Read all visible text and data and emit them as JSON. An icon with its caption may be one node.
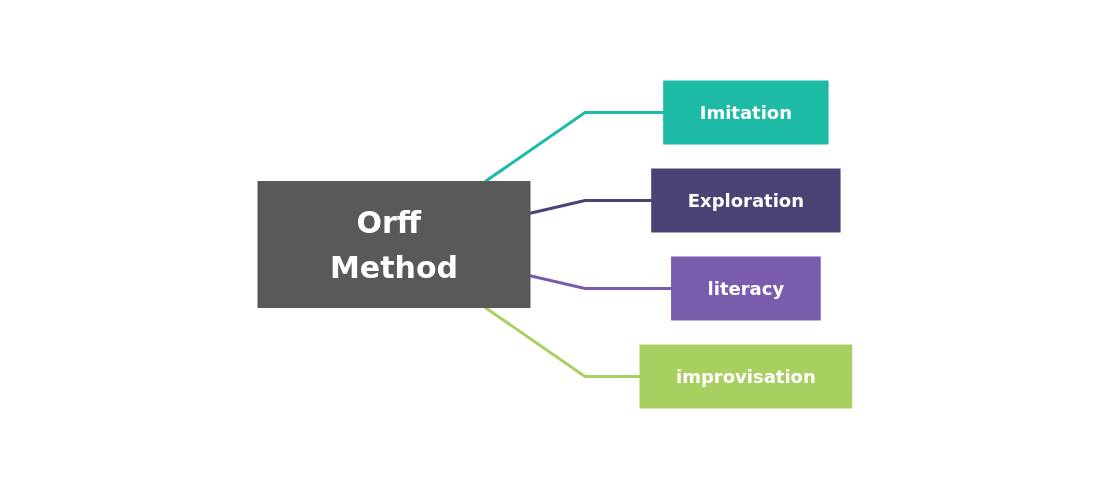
{
  "diagram": {
    "nodes": [
      {
        "text": [
          "Orff Method"
        ]
      },
      {
        "text": [
          "Imitation"
        ]
      },
      {
        "text": [
          "Exploration"
        ]
      },
      {
        "text": [
          "literacy"
        ]
      },
      {
        "text": [
          "improvisation"
        ]
      }
    ],
    "edges": [
      {
        "from": 0,
        "to": 1,
        "arrow": "none",
        "color": "#1dbba6"
      },
      {
        "from": 0,
        "to": 2,
        "arrow": "none",
        "color": "#4a4476"
      },
      {
        "from": 0,
        "to": 3,
        "arrow": "none",
        "color": "#7a5cad"
      },
      {
        "from": 0,
        "to": 4,
        "arrow": "none",
        "color": "#a8d060"
      }
    ]
  }
}
